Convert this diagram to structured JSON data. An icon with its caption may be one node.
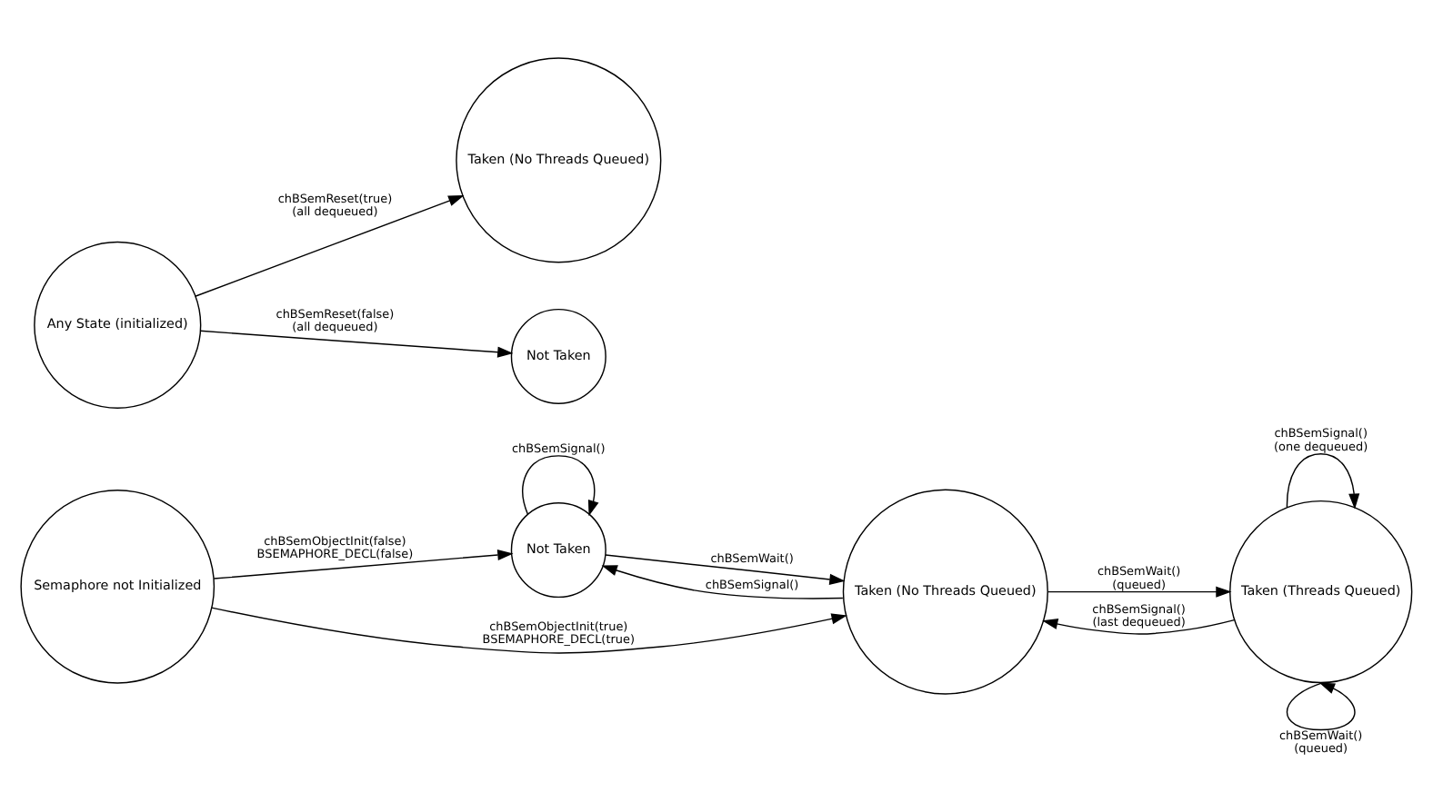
{
  "diagram": {
    "nodes": [
      {
        "text": [
          "Semaphore not Initialized"
        ]
      },
      {
        "text": [
          "Not Taken"
        ]
      },
      {
        "text": [
          "Taken (No Threads Queued)"
        ]
      },
      {
        "text": [
          "Taken (Threads Queued)"
        ]
      },
      {
        "text": [
          "Any State (initialized)"
        ]
      },
      {
        "text": [
          "Taken (No Threads Queued)"
        ]
      },
      {
        "text": [
          "Not Taken"
        ]
      }
    ],
    "edges": [
      {
        "from": 1,
        "to": 1,
        "arrow": "to",
        "label": "chBSemSignal()"
      },
      {
        "from": 0,
        "to": 1,
        "arrow": "to",
        "label": "chBSemObjectInit(false) BSEMAPHORE_DECL(false)"
      },
      {
        "from": 1,
        "to": 2,
        "arrow": "to",
        "label": "chBSemWait()"
      },
      {
        "from": 2,
        "to": 1,
        "arrow": "to",
        "label": "chBSemSignal()"
      },
      {
        "from": 0,
        "to": 2,
        "arrow": "to",
        "label": "chBSemObjectInit(true) BSEMAPHORE_DECL(true)"
      },
      {
        "from": 2,
        "to": 3,
        "arrow": "to",
        "label": "chBSemWait() (queued)"
      },
      {
        "from": 3,
        "to": 2,
        "arrow": "to",
        "label": "chBSemSignal() (last dequeued)"
      },
      {
        "from": 3,
        "to": 3,
        "arrow": "to",
        "label": "chBSemSignal() (one dequeued)"
      },
      {
        "from": 3,
        "to": 3,
        "arrow": "to",
        "label": "chBSemWait() (queued)"
      },
      {
        "from": 4,
        "to": 5,
        "arrow": "to",
        "label": "chBSemReset(true) (all dequeued)"
      },
      {
        "from": 4,
        "to": 6,
        "arrow": "to",
        "label": "chBSemReset(false) (all dequeued)"
      }
    ]
  }
}
